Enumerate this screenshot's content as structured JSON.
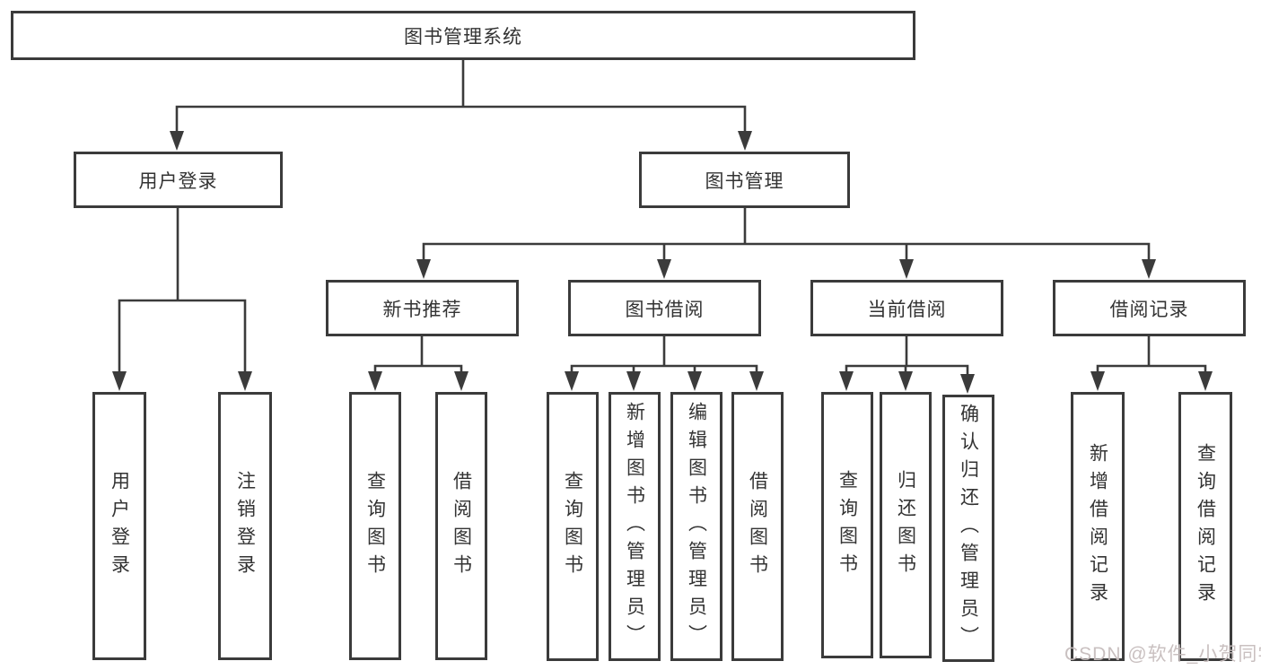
{
  "diagram_title": "图书管理系统",
  "watermark": "CSDN @软件_小贺同学",
  "colors": {
    "line": "#3b3b3b",
    "box_border": "#3b3b3b",
    "text": "#333333",
    "watermark": "#c6bdbd",
    "background": "#ffffff"
  },
  "nodes": {
    "root": "图书管理系统",
    "user_login": "用户登录",
    "book_mgmt": "图书管理",
    "new_rec": "新书推荐",
    "book_borrow": "图书借阅",
    "current_borrow": "当前借阅",
    "borrow_record": "借阅记录",
    "ul_login": "用户登录",
    "ul_logout": "注销登录",
    "nr_query": "查询图书",
    "nr_borrow": "借阅图书",
    "bb_query": "查询图书",
    "bb_add": "新增图书（管理员）",
    "bb_edit": "编辑图书（管理员）",
    "bb_borrow": "借阅图书",
    "cb_query": "查询图书",
    "cb_return": "归还图书",
    "cb_confirm": "确认归还（管理员）",
    "br_add": "新增借阅记录",
    "br_query": "查询借阅记录"
  },
  "structure": [
    {
      "parent": "图书管理系统",
      "children": [
        "用户登录",
        "图书管理"
      ]
    },
    {
      "parent": "用户登录",
      "children": [
        "用户登录",
        "注销登录"
      ]
    },
    {
      "parent": "图书管理",
      "children": [
        "新书推荐",
        "图书借阅",
        "当前借阅",
        "借阅记录"
      ]
    },
    {
      "parent": "新书推荐",
      "children": [
        "查询图书",
        "借阅图书"
      ]
    },
    {
      "parent": "图书借阅",
      "children": [
        "查询图书",
        "新增图书（管理员）",
        "编辑图书（管理员）",
        "借阅图书"
      ]
    },
    {
      "parent": "当前借阅",
      "children": [
        "查询图书",
        "归还图书",
        "确认归还（管理员）"
      ]
    },
    {
      "parent": "借阅记录",
      "children": [
        "新增借阅记录",
        "查询借阅记录"
      ]
    }
  ]
}
